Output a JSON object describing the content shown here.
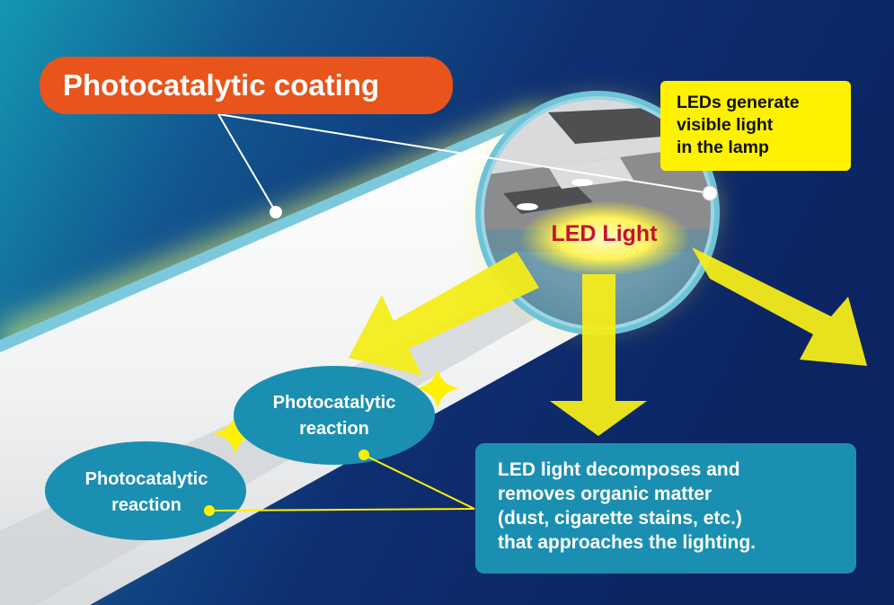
{
  "coating_label": "Photocatalytic coating",
  "leds_label": [
    "LEDs generate",
    "visible light",
    "in the lamp"
  ],
  "led_light": "LED Light",
  "reactions": [
    [
      "Photocatalytic",
      "reaction"
    ],
    [
      "Photocatalytic",
      "reaction"
    ]
  ],
  "description": [
    "LED light decomposes and",
    "removes organic matter",
    "(dust, cigarette stains, etc.)",
    "that approaches the lighting."
  ],
  "colors": {
    "background_dark": "#0d2a6b",
    "background_teal": "#1497b3",
    "tube_white": "#f2f4f5",
    "coating_orange": "#e8541c",
    "label_yellow": "#fff200",
    "arrow_yellow": "#f4ec1a",
    "bubble_blue": "#1b8fb1",
    "led_text_red": "#c8102e"
  }
}
